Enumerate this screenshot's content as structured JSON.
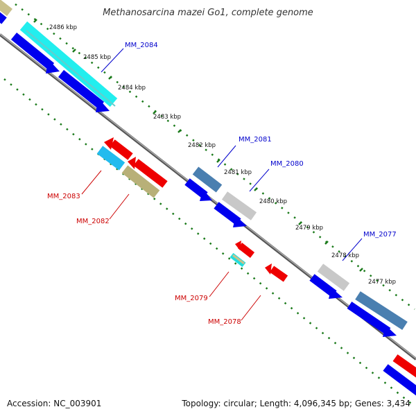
{
  "title": "Methanosarcina mazei Go1, complete genome",
  "footer": {
    "accession": "Accession: NC_003901",
    "topology": "Topology: circular; Length: 4,096,345 bp; Genes: 3,434"
  },
  "ticks": [
    "2486 kbp",
    "2485 kbp",
    "2484 kbp",
    "2483 kbp",
    "2482 kbp",
    "2481 kbp",
    "2480 kbp",
    "2479 kbp",
    "2478 kbp",
    "2477 kbp"
  ],
  "genes": {
    "mm2084": "MM_2084",
    "mm2081": "MM_2081",
    "mm2080": "MM_2080",
    "mm2077": "MM_2077",
    "mm2083": "MM_2083",
    "mm2082": "MM_2082",
    "mm2079": "MM_2079",
    "mm2078": "MM_2078"
  },
  "colors": {
    "plus_label": "#0000cc",
    "minus_label": "#cc0000",
    "backbone": "#808080",
    "tick_marks": "#1a7a1a",
    "cds_blue": "#0000ee",
    "cds_red": "#ee0000"
  }
}
